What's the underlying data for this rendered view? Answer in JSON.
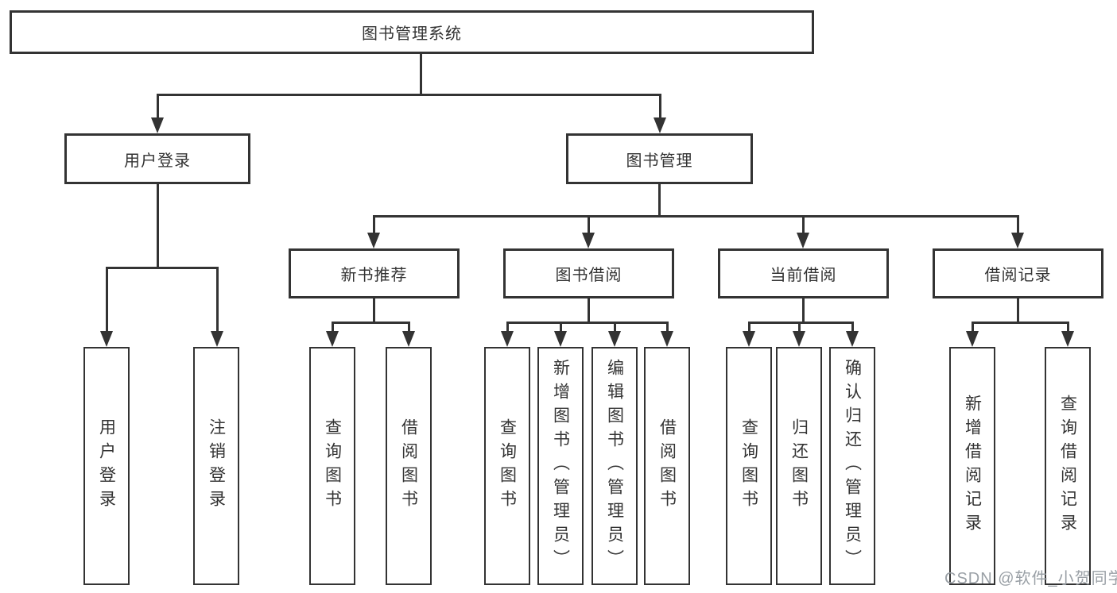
{
  "diagram": {
    "title": "图书管理系统",
    "branches": [
      {
        "label": "用户登录",
        "children": [
          {
            "label": "用户登录"
          },
          {
            "label": "注销登录"
          }
        ]
      },
      {
        "label": "图书管理",
        "children": [
          {
            "label": "新书推荐",
            "children": [
              {
                "label": "查询图书"
              },
              {
                "label": "借阅图书"
              }
            ]
          },
          {
            "label": "图书借阅",
            "children": [
              {
                "label": "查询图书"
              },
              {
                "label": "新增图书（管理员）"
              },
              {
                "label": "编辑图书（管理员）"
              },
              {
                "label": "借阅图书"
              }
            ]
          },
          {
            "label": "当前借阅",
            "children": [
              {
                "label": "查询图书"
              },
              {
                "label": "归还图书"
              },
              {
                "label": "确认归还（管理员）"
              }
            ]
          },
          {
            "label": "借阅记录",
            "children": [
              {
                "label": "新增借阅记录"
              },
              {
                "label": "查询借阅记录"
              }
            ]
          }
        ]
      }
    ]
  },
  "watermark": {
    "text": "CSDN @软件_小贺同学"
  },
  "colors": {
    "line": "#333333",
    "text": "#333333",
    "background": "#ffffff",
    "watermark": "#9aa0a6"
  }
}
